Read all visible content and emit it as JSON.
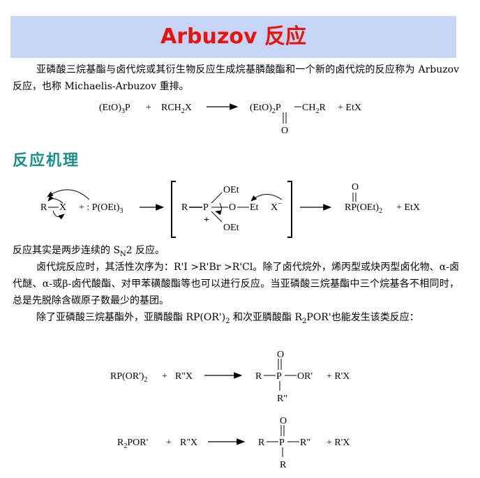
{
  "title": "Arbuzov 反应",
  "intro": "亚磷酸三烷基酯与卤代烷或其衍生物反应生成烷基膦酸酯和一个新的卤代烷的反应称为 Arbuzov 反应，也称 Michaelis-Arbuzov 重排。",
  "eq1": {
    "reactant1": "(EtO)",
    "reactant1_sub": "3",
    "reactant1_tail": "P",
    "plus": "+",
    "reactant2_a": "RCH",
    "reactant2_sub": "2",
    "reactant2_b": "X",
    "product_a": "(EtO)",
    "product_sub": "2",
    "product_p": "P",
    "product_ch": "CH",
    "product_ch_sub": "2",
    "product_r": "R",
    "byproduct": "+ EtX",
    "oxygen": "O"
  },
  "mechanism_heading": "反应机理",
  "mechanism": {
    "r": "R",
    "x": "X",
    "plus_colon": "+ : P(OEt)",
    "sub3": "3",
    "int_r": "R",
    "int_p": "P",
    "int_oet_top": "OEt",
    "int_o": "O",
    "int_et": "Et",
    "int_oet_bottom": "OEt",
    "int_plus": "+",
    "int_x": "X",
    "int_minus": "−",
    "prod_o": "O",
    "prod_rp": "RP(OEt)",
    "prod_sub": "2",
    "prod_etx": "+ EtX"
  },
  "sn2_line": {
    "pre": "反应其实是两步连续的 S",
    "sub": "N",
    "post": "2 反应。"
  },
  "para_activity": "卤代烷反应时，其活性次序为：R'I >R'Br >R'Cl。除了卤代烷外，烯丙型或炔丙型卤化物、α-卤代醚、α-或β-卤代酸酯、对甲苯磺酸酯等也可以进行反应。当亚磷酸三烷基酯中三个烷基各不相同时，总是先脱除含碳原子数最少的基团。",
  "para_other": {
    "pre": "除了亚磷酸三烷基酯外，亚膦酸酯 RP(OR')",
    "sub": "2",
    "mid": " 和次亚膦酸酯 R",
    "sub2": "2",
    "post": "POR'也能发生该类反应："
  },
  "eq2": {
    "reactant": "RP(OR')",
    "reactant_sub": "2",
    "plus1": "+",
    "reagent": "R\"X",
    "prod_r": "R",
    "prod_p": "P",
    "prod_or": "OR'",
    "prod_o": "O",
    "prod_r2": "R\"",
    "byproduct": "+ R'X"
  },
  "eq3": {
    "reactant": "R",
    "reactant_sub": "2",
    "reactant_tail": "POR'",
    "plus1": "+",
    "reagent": "R\"X",
    "prod_r": "R",
    "prod_p": "P",
    "prod_r3": "R\"",
    "prod_o": "O",
    "prod_rbottom": "R",
    "byproduct": "+ R'X"
  }
}
